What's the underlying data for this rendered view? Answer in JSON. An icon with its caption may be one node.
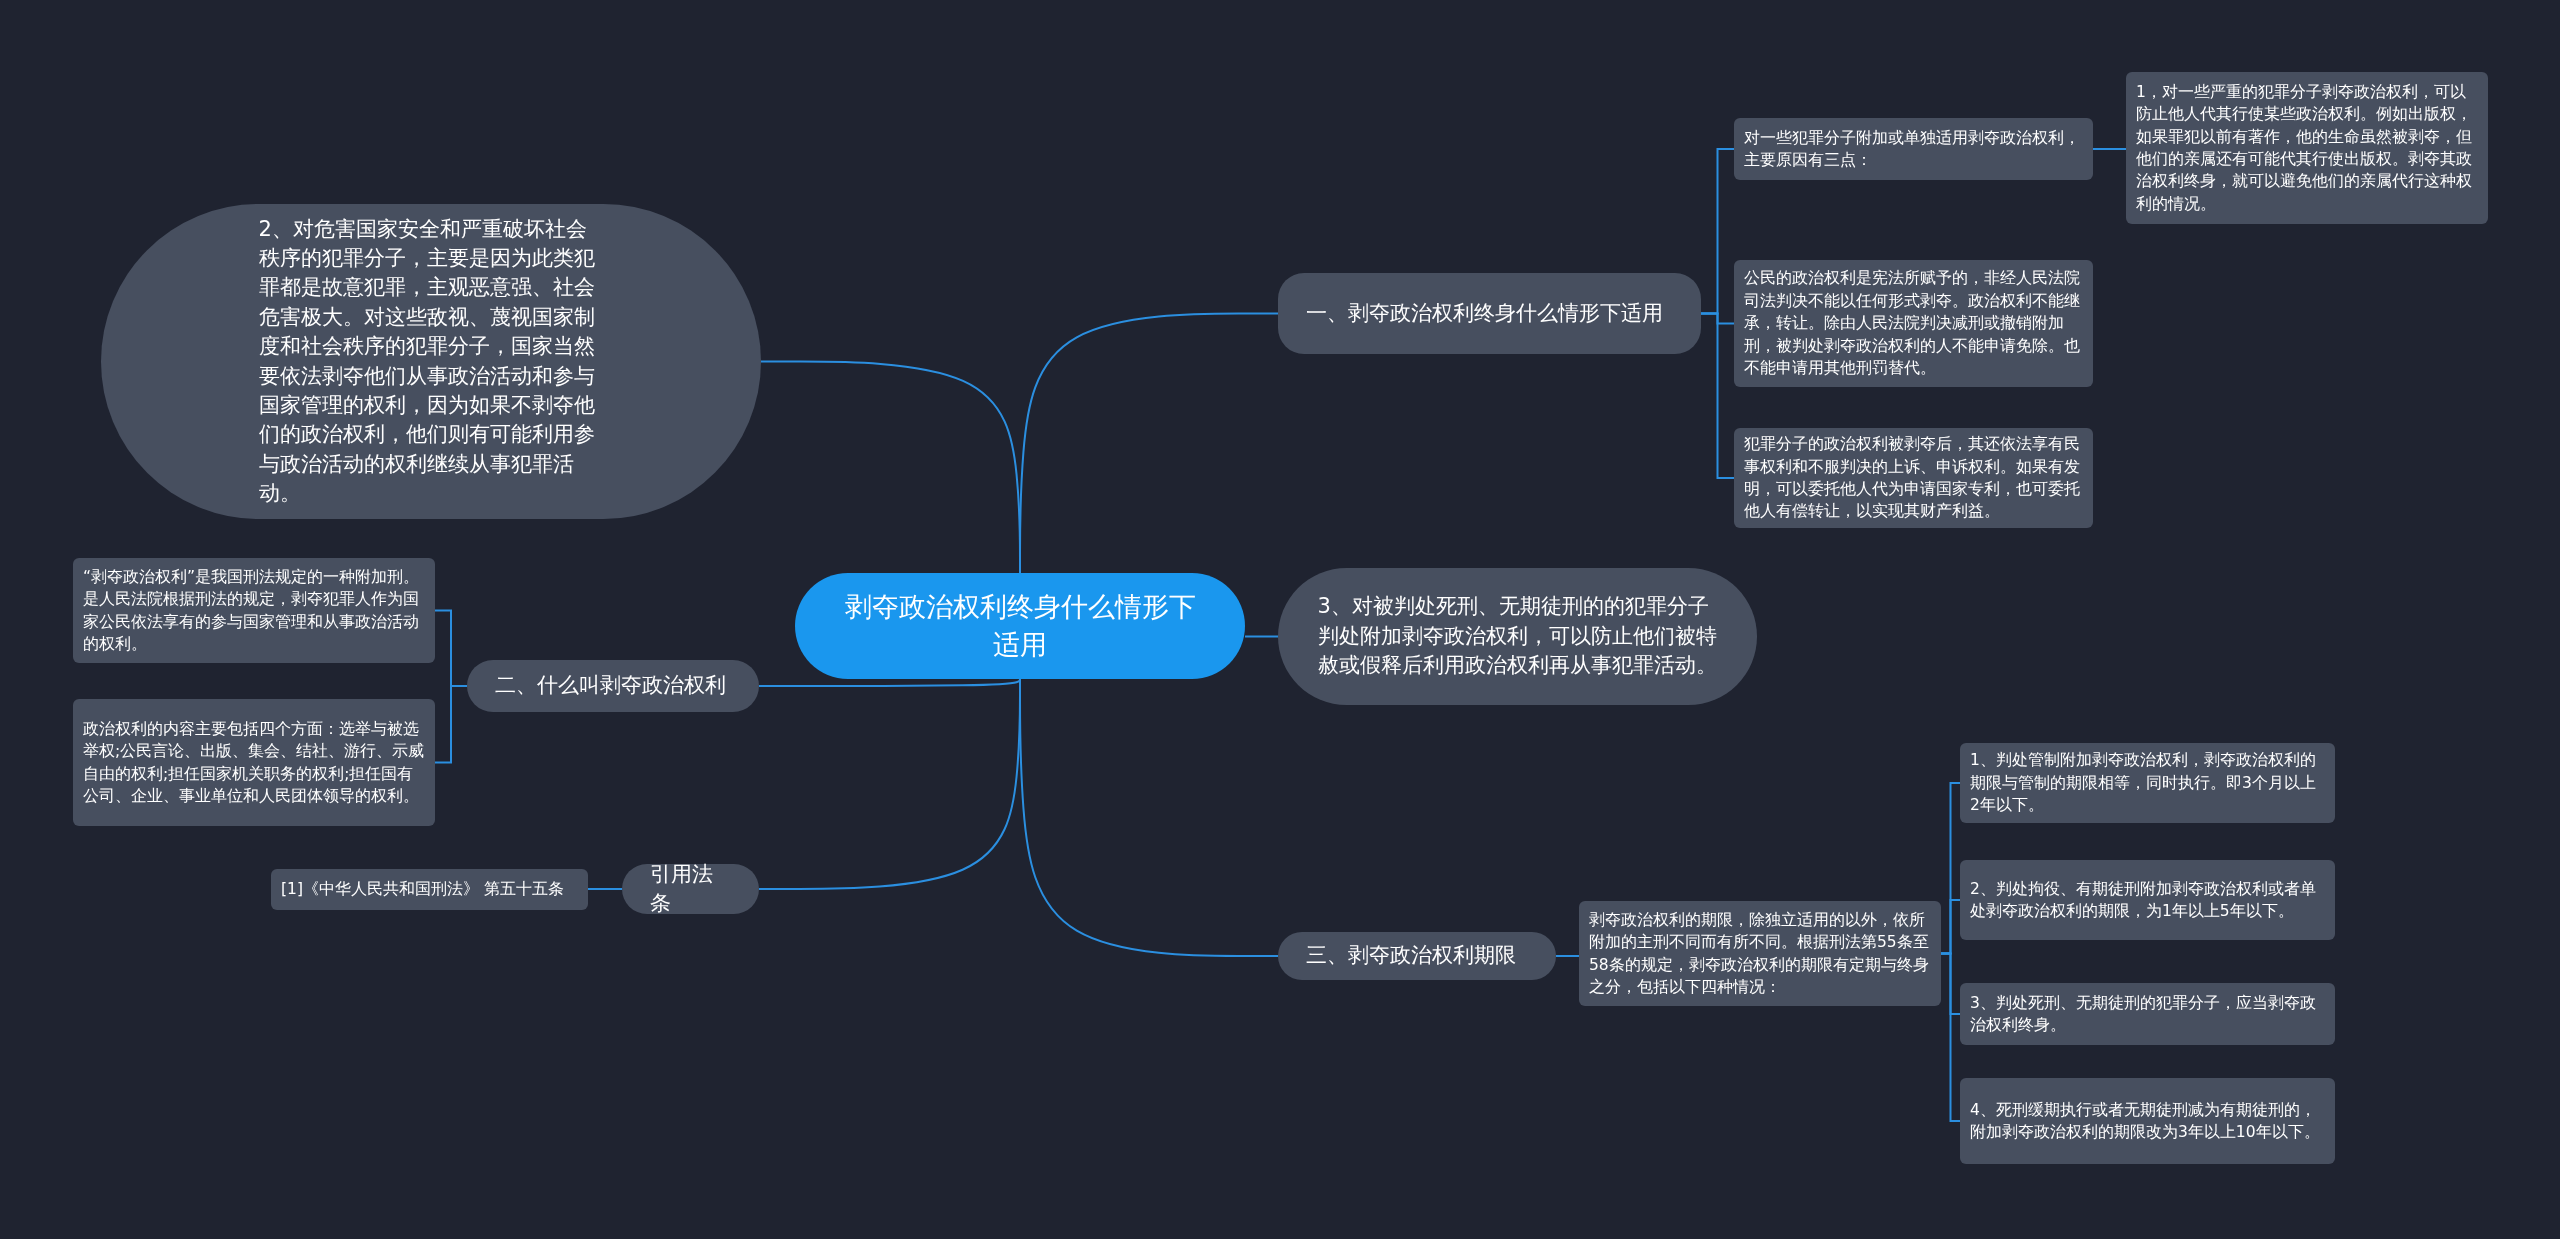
{
  "diagram": {
    "nodes": [
      {
        "text": [
          "剥夺政治权利终身什么情形下适用"
        ]
      },
      {
        "text": [
          "2、对危害国家安全和严重破坏社会秩序的犯罪分子，主要是因为此类犯罪都是故意犯罪，主观恶意强、社会危害极大。对这些敌视、蔑视国家制度和社会秩序的犯罪分子，国家当然要依法剥夺他们从事政治活动和参与国家管理的权利，因为如果不剥夺他们的政治权利，他们则有可能利用参与政治活动的权利继续从事犯罪活动。"
        ]
      },
      {
        "text": [
          "一、剥夺政治权利终身什么情形下适用"
        ]
      },
      {
        "text": [
          "对一些犯罪分子附加或单独适用剥夺政治权利，主要原因有三点："
        ]
      },
      {
        "text": [
          "1，对一些严重的犯罪分子剥夺政治权利，可以防止他人代其行使某些政治权利。例如出版权，如果罪犯以前有著作，他的生命虽然被剥夺，但他们的亲属还有可能代其行使出版权。剥夺其政治权利终身，就可以避免他们的亲属代行这种权利的情况。"
        ]
      },
      {
        "text": [
          "公民的政治权利是宪法所赋予的，非经人民法院司法判决不能以任何形式剥夺。政治权利不能继承，转让。除由人民法院判决减刑或撤销附加刑，被判处剥夺政治权利的人不能申请免除。也不能申请用其他刑罚替代。"
        ]
      },
      {
        "text": [
          "犯罪分子的政治权利被剥夺后，其还依法享有民事权利和不服判决的上诉、申诉权利。如果有发明，可以委托他人代为申请国家专利，也可委托他人有偿转让，以实现其财产利益。"
        ]
      },
      {
        "text": [
          "3、对被判处死刑、无期徒刑的的犯罪分子判处附加剥夺政治权利，可以防止他们被特赦或假释后利用政治权利再从事犯罪活动。"
        ]
      },
      {
        "text": [
          "二、什么叫剥夺政治权利"
        ]
      },
      {
        "text": [
          "“剥夺政治权利”是我国刑法规定的一种附加刑。是人民法院根据刑法的规定，剥夺犯罪人作为国家公民依法享有的参与国家管理和从事政治活动的权利。"
        ]
      },
      {
        "text": [
          "政治权利的内容主要包括四个方面：选举与被选举权;公民言论、出版、集会、结社、游行、示威自由的权利;担任国家机关职务的权利;担任国有公司、企业、事业单位和人民团体领导的权利。"
        ]
      },
      {
        "text": [
          "引用法条"
        ]
      },
      {
        "text": [
          "[1]《中华人民共和国刑法》 第五十五条"
        ]
      },
      {
        "text": [
          "三、剥夺政治权利期限"
        ]
      },
      {
        "text": [
          "剥夺政治权利的期限，除独立适用的以外，依所附加的主刑不同而有所不同。根据刑法第55条至58条的规定，剥夺政治权利的期限有定期与终身之分，包括以下四种情况："
        ]
      },
      {
        "text": [
          "1、判处管制附加剥夺政治权利，剥夺政治权利的期限与管制的期限相等，同时执行。即3个月以上2年以下。"
        ]
      },
      {
        "text": [
          "2、判处拘役、有期徒刑附加剥夺政治权利或者单处剥夺政治权利的期限，为1年以上5年以下。"
        ]
      },
      {
        "text": [
          "3、判处死刑、无期徒刑的犯罪分子，应当剥夺政治权利终身。"
        ]
      },
      {
        "text": [
          "4、死刑缓期执行或者无期徒刑减为有期徒刑的，附加剥夺政治权利的期限改为3年以上10年以下。"
        ]
      }
    ],
    "edges": [
      {
        "from": 0,
        "to": 1,
        "arrow": "none"
      },
      {
        "from": 0,
        "to": 2,
        "arrow": "none"
      },
      {
        "from": 2,
        "to": 3,
        "arrow": "none"
      },
      {
        "from": 3,
        "to": 4,
        "arrow": "none"
      },
      {
        "from": 2,
        "to": 5,
        "arrow": "none"
      },
      {
        "from": 2,
        "to": 6,
        "arrow": "none"
      },
      {
        "from": 0,
        "to": 7,
        "arrow": "none"
      },
      {
        "from": 0,
        "to": 8,
        "arrow": "none"
      },
      {
        "from": 8,
        "to": 9,
        "arrow": "none"
      },
      {
        "from": 8,
        "to": 10,
        "arrow": "none"
      },
      {
        "from": 0,
        "to": 11,
        "arrow": "none"
      },
      {
        "from": 11,
        "to": 12,
        "arrow": "none"
      },
      {
        "from": 0,
        "to": 13,
        "arrow": "none"
      },
      {
        "from": 13,
        "to": 14,
        "arrow": "none"
      },
      {
        "from": 14,
        "to": 15,
        "arrow": "none"
      },
      {
        "from": 14,
        "to": 16,
        "arrow": "none"
      },
      {
        "from": 14,
        "to": 17,
        "arrow": "none"
      },
      {
        "from": 14,
        "to": 18,
        "arrow": "none"
      }
    ]
  }
}
